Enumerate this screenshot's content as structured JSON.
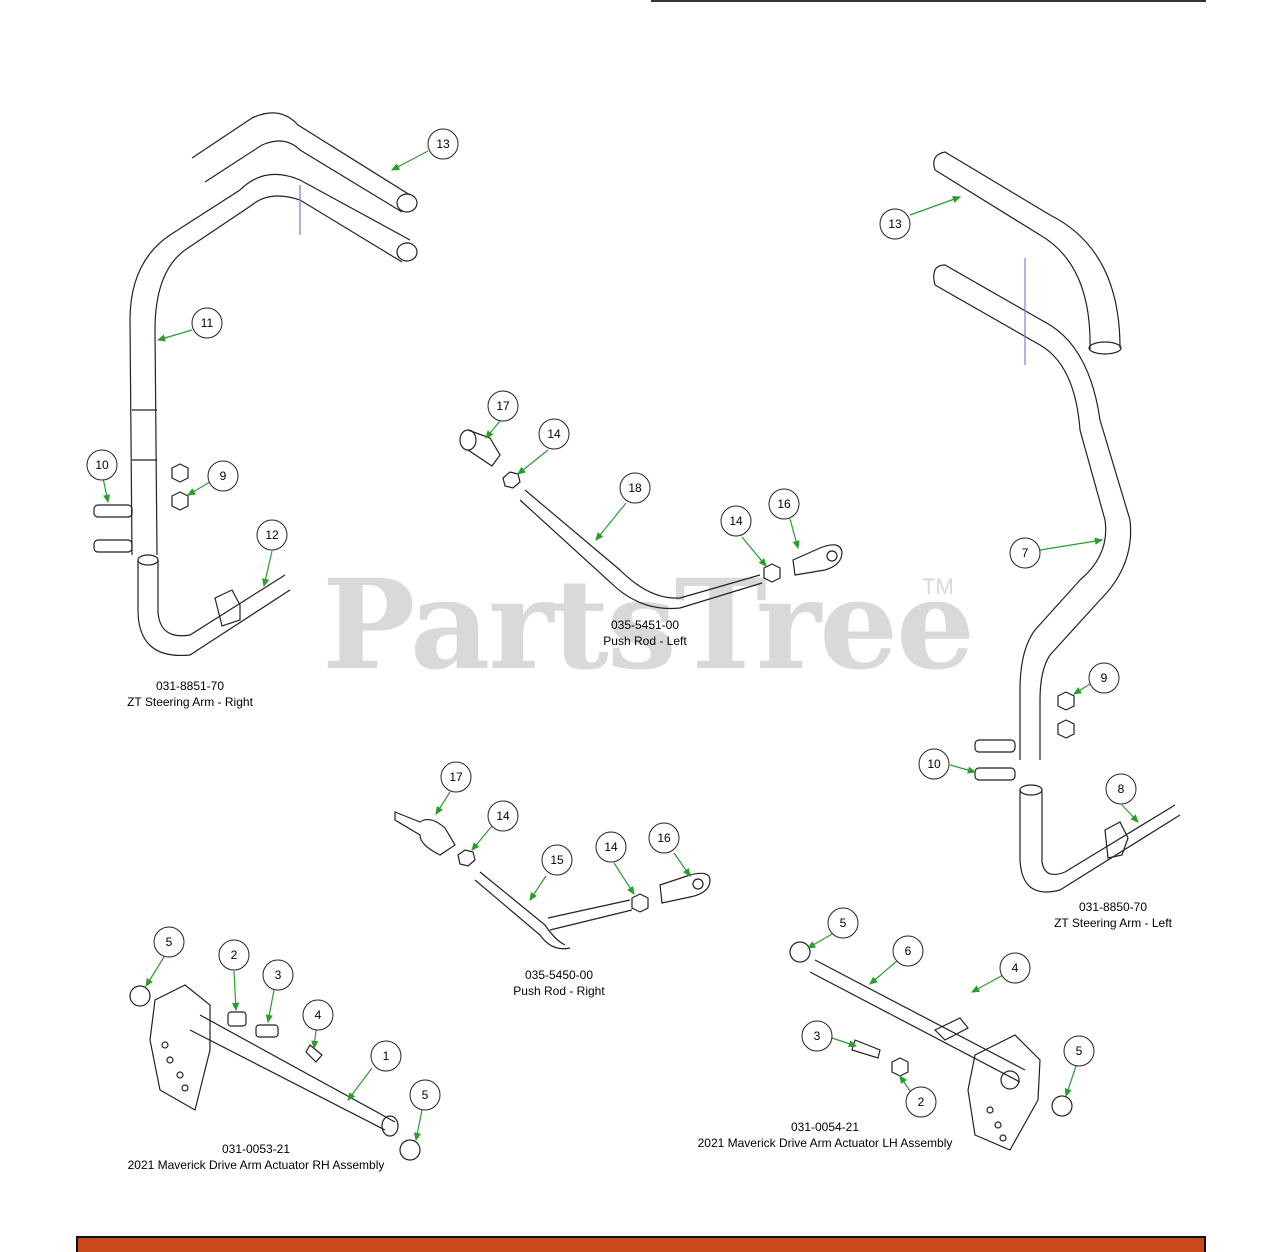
{
  "watermark": {
    "text": "PartsTree",
    "trademark": "TM"
  },
  "assemblies": {
    "steering_right": {
      "part_no": "031-8851-70",
      "name": "ZT Steering Arm - Right"
    },
    "steering_left": {
      "part_no": "031-8850-70",
      "name": "ZT Steering Arm - Left"
    },
    "push_rod_left": {
      "part_no": "035-5451-00",
      "name": "Push Rod - Left"
    },
    "push_rod_right": {
      "part_no": "035-5450-00",
      "name": "Push Rod - Right"
    },
    "actuator_rh": {
      "part_no": "031-0053-21",
      "name": "2021 Maverick Drive Arm Actuator RH Assembly"
    },
    "actuator_lh": {
      "part_no": "031-0054-21",
      "name": "2021 Maverick Drive Arm Actuator LH Assembly"
    }
  },
  "callouts": [
    "13",
    "11",
    "10",
    "9",
    "12",
    "13",
    "7",
    "9",
    "10",
    "8",
    "17",
    "14",
    "18",
    "14",
    "16",
    "17",
    "14",
    "15",
    "14",
    "16",
    "5",
    "2",
    "3",
    "4",
    "1",
    "5",
    "5",
    "6",
    "4",
    "3",
    "2",
    "5"
  ],
  "colors": {
    "accent_bar": "#c8481b",
    "leader_arrow": "#2a9d2a",
    "watermark": "#d9d9d9"
  }
}
